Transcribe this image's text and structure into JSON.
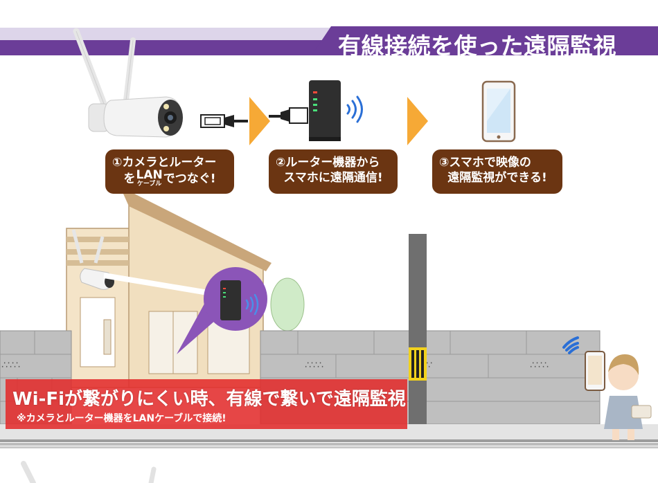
{
  "header": {
    "title": "有線接続を使った遠隔監視"
  },
  "steps": [
    {
      "line1": "①カメラとルーター",
      "line2_pre": "を",
      "ruby_base": "LAN",
      "ruby_text": "ケーブル",
      "line2_post": "でつなぐ!"
    },
    {
      "line1": "②ルーター機器から",
      "line2": "スマホに遠隔通信!"
    },
    {
      "line1": "③スマホで映像の",
      "line2": "遠隔監視ができる!"
    }
  ],
  "caption": {
    "main": "Wi-Fiが繋がりにくい時、有線で繋いで遠隔監視",
    "sub": "※カメラとルーター機器をLANケーブルで接続!"
  },
  "colors": {
    "accent_purple": "#6b3d98",
    "badge_brown": "#6b3512",
    "caption_red": "#e22c2c",
    "arrow_orange": "#f5a020",
    "wifi_blue": "#2a6fd6"
  }
}
